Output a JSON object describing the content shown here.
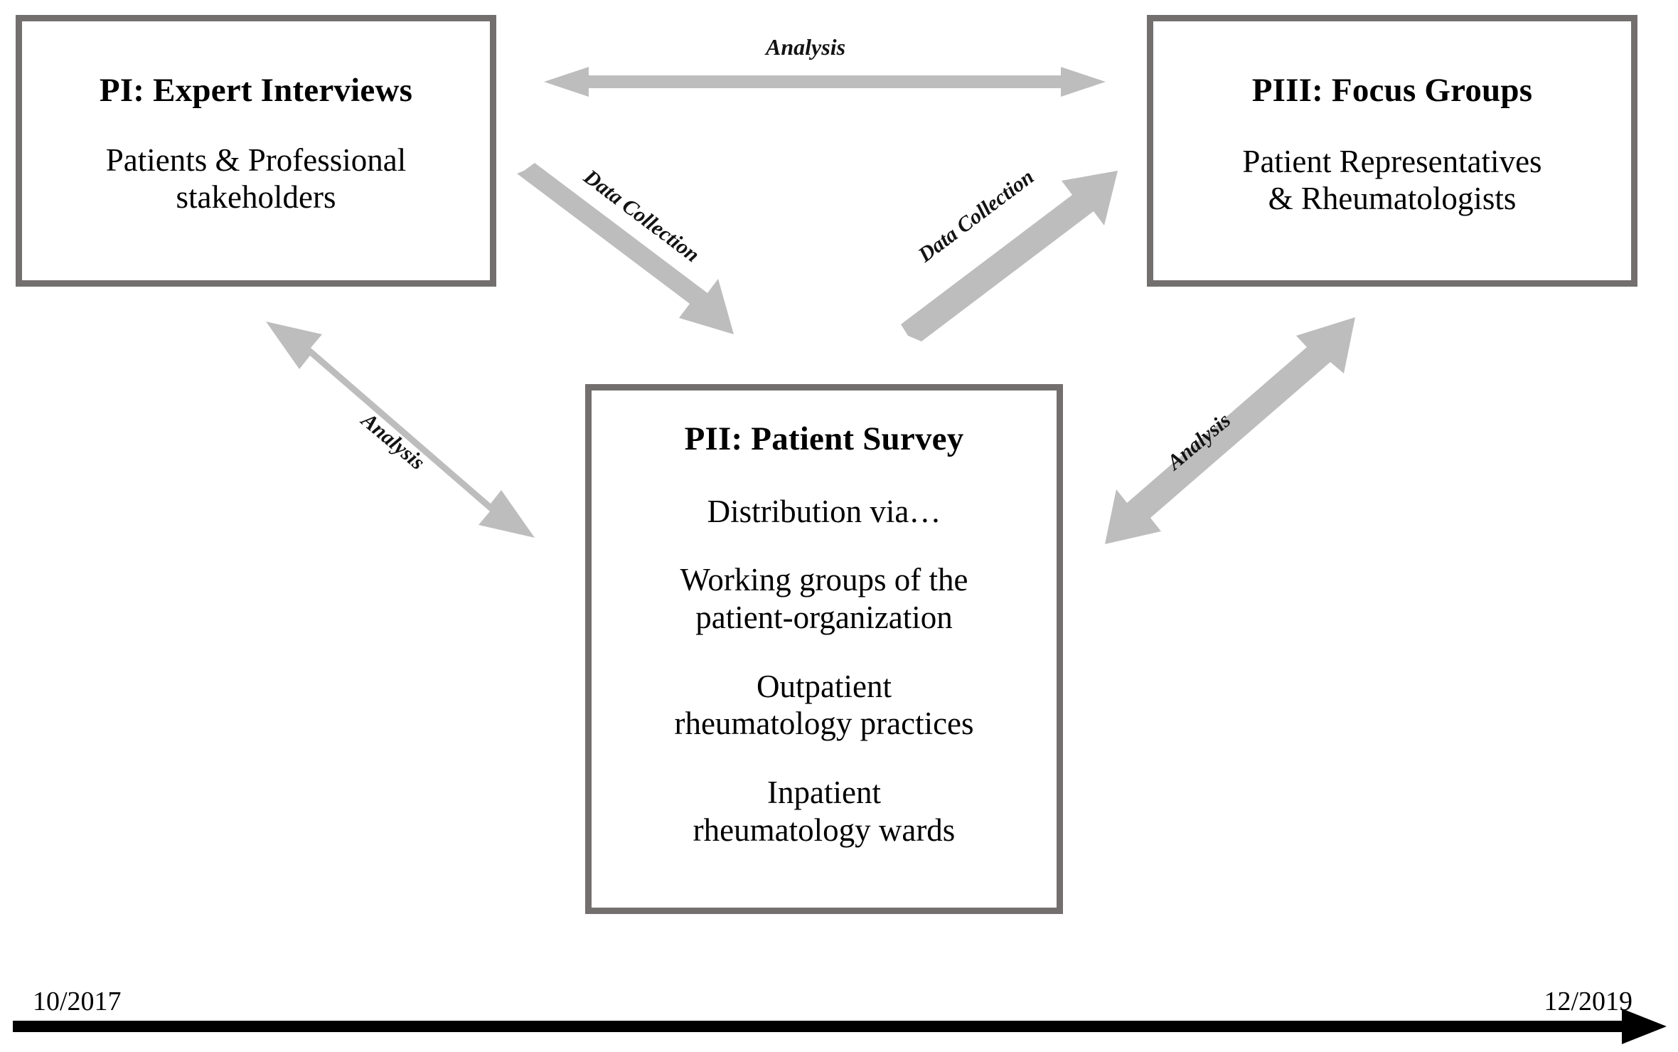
{
  "figure": {
    "type": "study-design-flow-diagram",
    "colors": {
      "box_border": "#736f6e",
      "arrow_gray": "#bdbdbd",
      "timeline_black": "#000000",
      "text": "#000000"
    }
  },
  "boxes": [
    {
      "id": "pi",
      "title": "PI: Expert Interviews",
      "lines": [
        "Patients & Professional",
        "stakeholders"
      ]
    },
    {
      "id": "piii",
      "title": "PIII: Focus Groups",
      "lines": [
        "Patient Representatives",
        "& Rheumatologists"
      ]
    },
    {
      "id": "pii",
      "title": "PII: Patient Survey",
      "groups": [
        {
          "lines": [
            "Distribution via…"
          ]
        },
        {
          "lines": [
            "Working groups of the",
            "patient-organization"
          ]
        },
        {
          "lines": [
            "Outpatient",
            "rheumatology practices"
          ]
        },
        {
          "lines": [
            "Inpatient",
            "rheumatology wards"
          ]
        }
      ]
    }
  ],
  "arrows": [
    {
      "id": "analysis-top",
      "label": "Analysis",
      "from": "PI: Expert Interviews",
      "to": "PIII: Focus Groups",
      "direction": "bidirectional"
    },
    {
      "id": "data-collection-left",
      "label": "Data Collection",
      "from": "PI: Expert Interviews",
      "to": "PII: Patient Survey",
      "direction": "one-way"
    },
    {
      "id": "data-collection-right",
      "label": "Data Collection",
      "from": "PII: Patient Survey",
      "to": "PIII: Focus Groups",
      "direction": "one-way"
    },
    {
      "id": "analysis-left",
      "label": "Analysis",
      "from": "PI: Expert Interviews",
      "to": "PII: Patient Survey",
      "direction": "bidirectional"
    },
    {
      "id": "analysis-right",
      "label": "Analysis",
      "from": "PII: Patient Survey",
      "to": "PIII: Focus Groups",
      "direction": "bidirectional"
    }
  ],
  "timeline": {
    "start_label": "10/2017",
    "end_label": "12/2019",
    "direction": "left-to-right"
  }
}
